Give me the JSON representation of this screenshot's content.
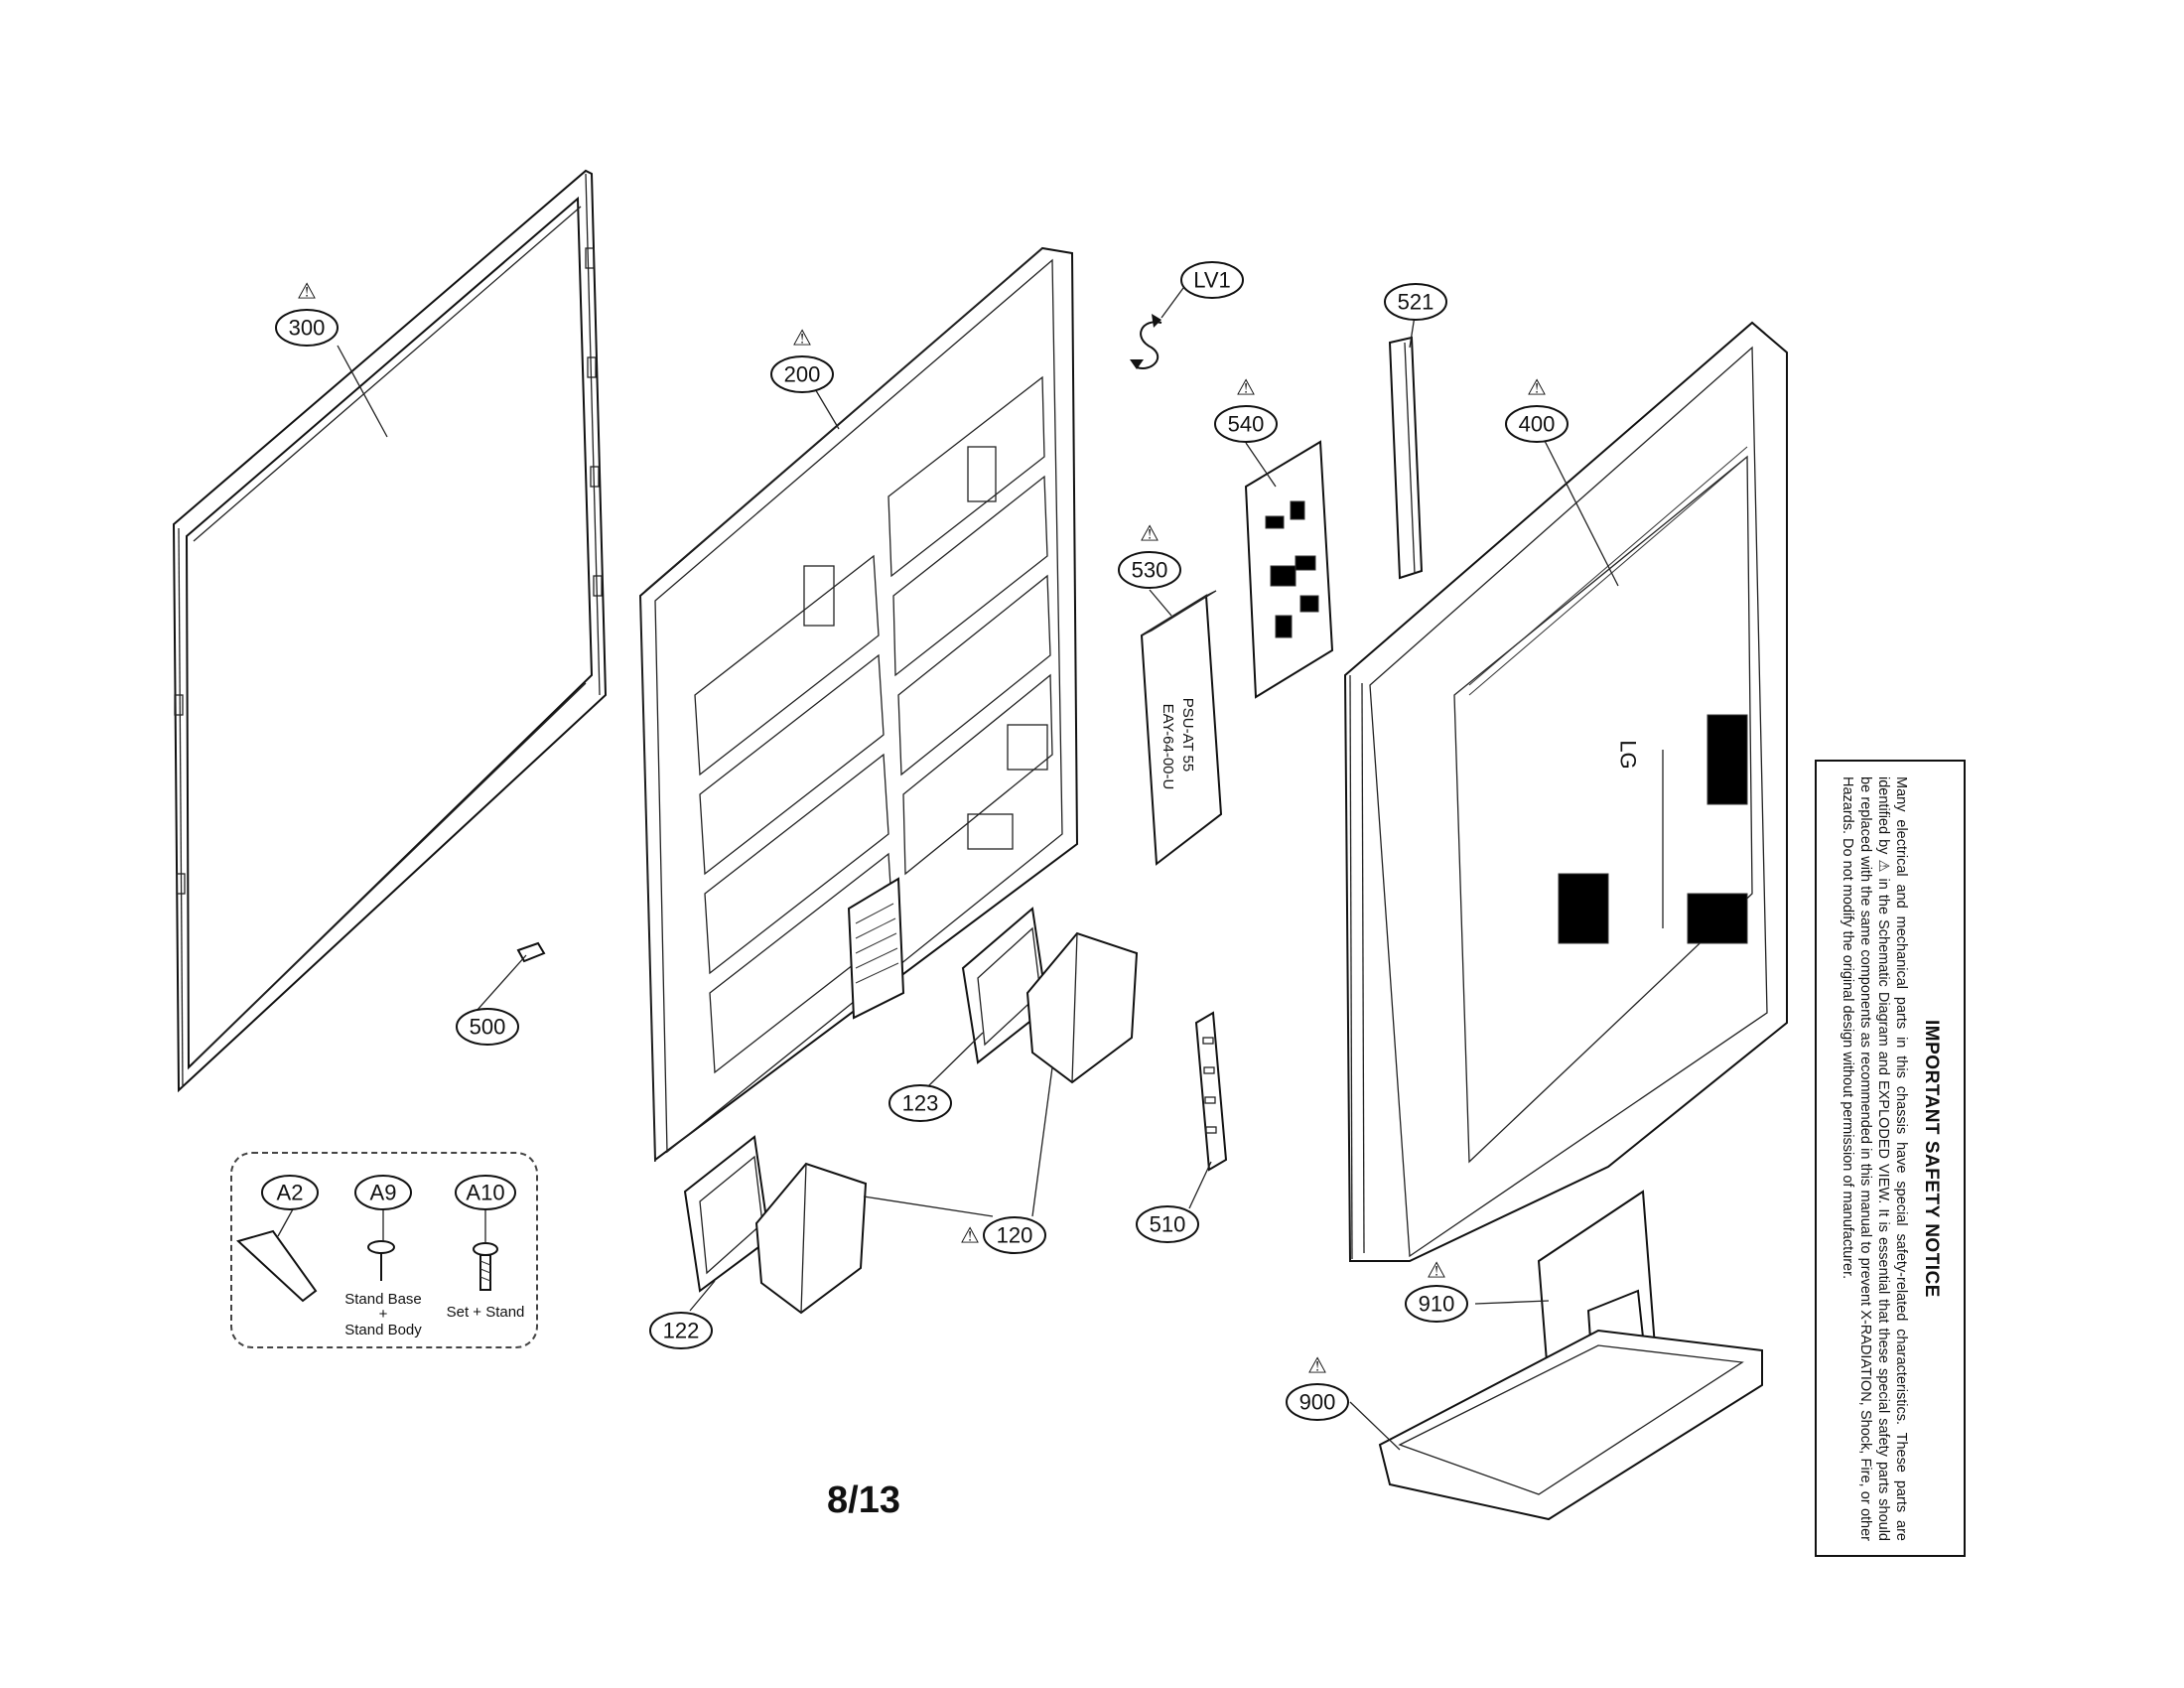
{
  "labels": {
    "p300": "300",
    "p200": "200",
    "lv1": "LV1",
    "p521": "521",
    "p540": "540",
    "p400": "400",
    "p530": "530",
    "p500": "500",
    "p123": "123",
    "p120": "120",
    "p122": "122",
    "p510": "510",
    "p910": "910",
    "p900": "900",
    "a2": "A2",
    "a9": "A9",
    "a10": "A10"
  },
  "stand_legend": {
    "a9_caption_line1": "Stand Base",
    "a9_caption_plus": "+",
    "a9_caption_line2": "Stand Body",
    "a10_caption": "Set + Stand"
  },
  "warning_symbol": "⚠",
  "page_number": "8/13",
  "safety_notice": {
    "title": "IMPORTANT SAFETY NOTICE",
    "body": "Many electrical and mechanical parts in this chassis have special safety-related characteristics. These parts are identified by ⚠ in the Schematic Diagram and EXPLODED VIEW. It is essential that these special safety parts should be replaced with the same components as recommended in this manual to prevent X-RADIATION, Shock, Fire, or other Hazards. Do not modify the original design without permission of manufacturer."
  },
  "printed_markings": {
    "logo": "LG",
    "psu_label_1": "PSU-AT 55",
    "psu_label_2": "EAY-64-00-U"
  }
}
